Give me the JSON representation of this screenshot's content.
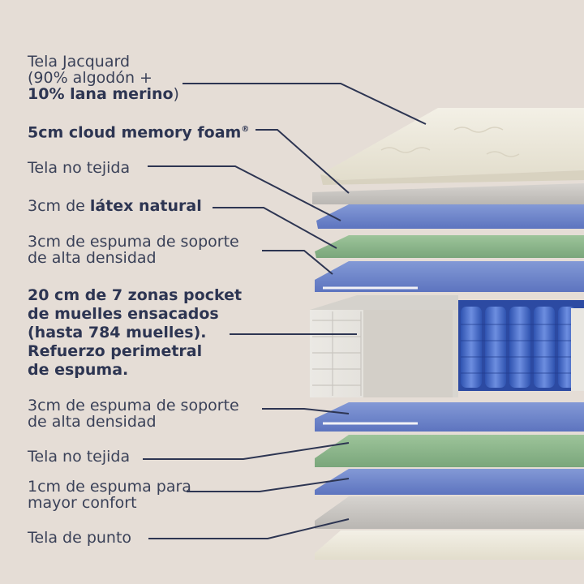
{
  "colors": {
    "background": "#e5ddd6",
    "text": "#3a4158",
    "leader_line": "#2d3552",
    "cream_cover": "#eae6d8",
    "grey_nonwoven": "#c9c6c2",
    "blue_layer": "#6f86c9",
    "green_latex": "#8cb58a",
    "pocket_spring": "#3f63c0",
    "foam_edge": "#e6e4df"
  },
  "labels": {
    "jacquard": {
      "line1": "Tela Jacquard",
      "line2": "(90% algodón +",
      "line3_bold": "10% lana merino",
      "line3_suffix": ")"
    },
    "cloud_foam": {
      "text": "5cm cloud memory foam",
      "mark": "®"
    },
    "nonwoven_top": {
      "text": "Tela no tejida"
    },
    "latex": {
      "prefix": "3cm de ",
      "bold": "látex natural"
    },
    "support_top": {
      "line1": "3cm de espuma de soporte",
      "line2": "de alta densidad"
    },
    "pocket": {
      "line1": "20 cm de 7 zonas pocket",
      "line2": "de muelles ensacados",
      "line3": "(hasta 784 muelles).",
      "line4": "Refuerzo perimetral",
      "line5": "de espuma."
    },
    "support_bottom": {
      "line1": "3cm de espuma de soporte",
      "line2": "de alta densidad"
    },
    "nonwoven_bottom": {
      "text": "Tela no tejida"
    },
    "comfort_foam": {
      "line1": "1cm de espuma para",
      "line2": "mayor confort"
    },
    "knit": {
      "text": "Tela de punto"
    }
  }
}
